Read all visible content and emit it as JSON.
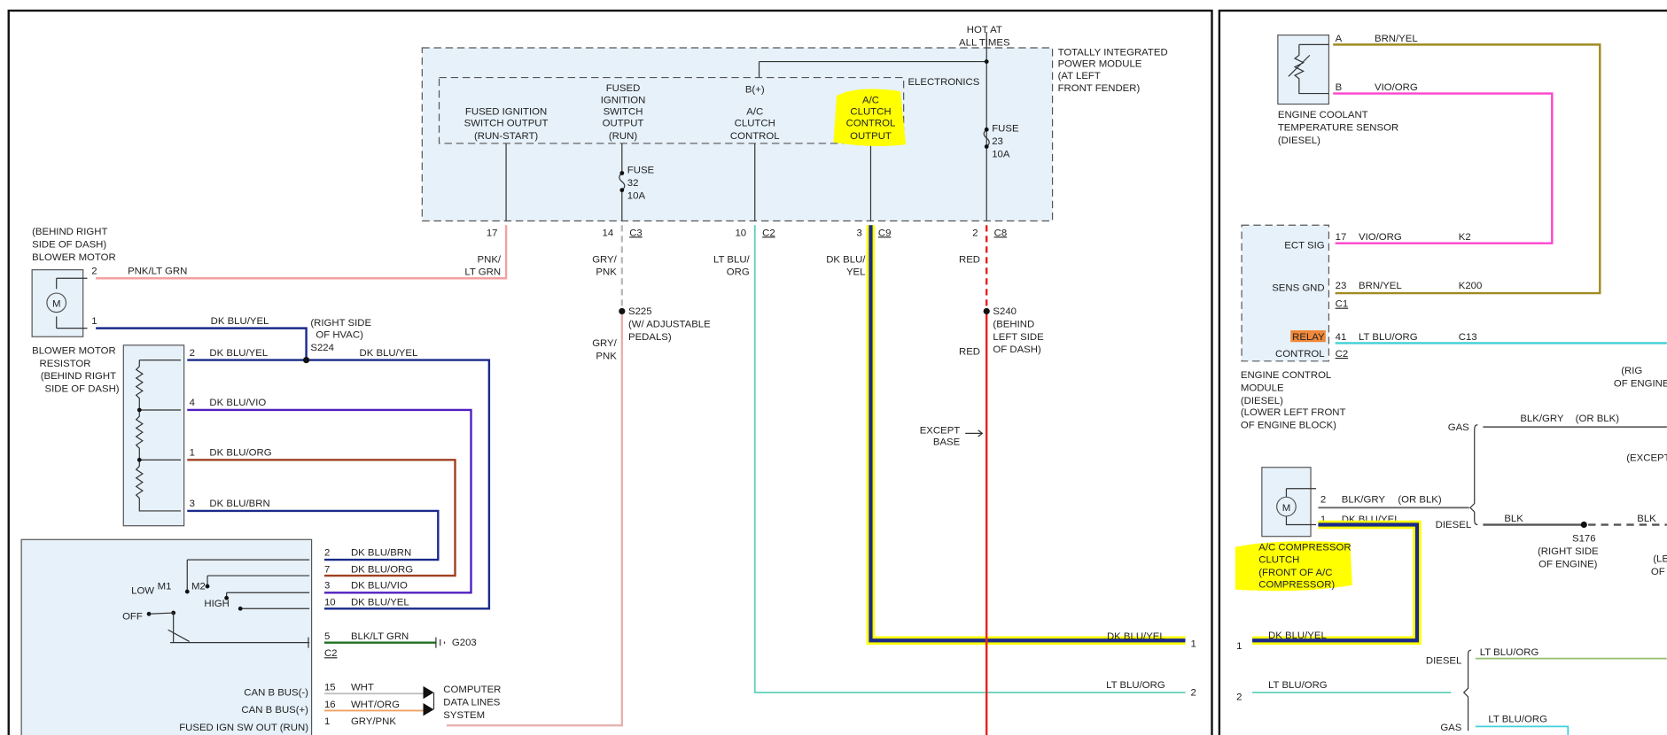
{
  "colors": {
    "highlight": "#ffff00",
    "relay_highlight": "#f0883a",
    "module_fill": "#e6f1fa",
    "dk_blu": "#1a2a8a",
    "red": "#e8201c",
    "pink": "#ff44cc",
    "lt_blu": "#40d0d8",
    "brn_yel": "#a08a20"
  },
  "tipm": {
    "hot": [
      "HOT AT",
      "ALL TIMES"
    ],
    "name": [
      "TOTALLY INTEGRATED",
      "POWER MODULE",
      "(AT LEFT",
      "FRONT FENDER)"
    ],
    "electronics": "ELECTRONICS",
    "bplus": "B(+)",
    "out1": [
      "FUSED IGNITION",
      "SWITCH OUTPUT",
      "(RUN-START)"
    ],
    "out2": [
      "FUSED",
      "IGNITION",
      "SWITCH",
      "OUTPUT",
      "(RUN)"
    ],
    "out3": [
      "A/C",
      "CLUTCH",
      "CONTROL"
    ],
    "out4": [
      "A/C",
      "CLUTCH",
      "CONTROL",
      "OUTPUT"
    ],
    "fuse32": [
      "FUSE",
      "32",
      "10A"
    ],
    "fuse23": [
      "FUSE",
      "23",
      "10A"
    ],
    "pins": [
      {
        "num": "17",
        "conn": ""
      },
      {
        "num": "14",
        "conn": "C3"
      },
      {
        "num": "10",
        "conn": "C2"
      },
      {
        "num": "3",
        "conn": "C9"
      },
      {
        "num": "2",
        "conn": "C8"
      }
    ]
  },
  "wires_left": {
    "pnk_ltgrn": [
      "PNK/",
      "LT GRN"
    ],
    "pnk_ltgrn_full": "PNK/LT GRN",
    "gry_pnk": [
      "GRY/",
      "PNK"
    ],
    "s225": [
      "S225",
      "(W/ ADJUSTABLE",
      "PEDALS)"
    ],
    "lt_blu_org": [
      "LT BLU/",
      "ORG"
    ],
    "lt_blu_org_full": "LT BLU/ORG",
    "dk_blu_yel": [
      "DK BLU/",
      "YEL"
    ],
    "dk_blu_yel_full": "DK BLU/YEL",
    "red": "RED",
    "s240": [
      "S240",
      "(BEHIND",
      "LEFT SIDE",
      "OF DASH)"
    ],
    "except_base": [
      "EXCEPT",
      "BASE"
    ],
    "out_pin1": "1",
    "out_pin2": "2"
  },
  "blower_motor": {
    "label": [
      "(BEHIND RIGHT",
      "SIDE OF DASH)",
      "BLOWER MOTOR"
    ],
    "symbol": "M",
    "pin2": "2",
    "pin1": "1",
    "wire1": "DK BLU/YEL",
    "s224": [
      "(RIGHT SIDE",
      "OF HVAC)",
      "S224"
    ]
  },
  "resistor": {
    "label": [
      "BLOWER MOTOR",
      "RESISTOR",
      "(BEHIND RIGHT",
      "SIDE OF DASH)"
    ],
    "pins": [
      {
        "num": "2",
        "wire": "DK BLU/YEL"
      },
      {
        "num": "4",
        "wire": "DK BLU/VIO"
      },
      {
        "num": "1",
        "wire": "DK BLU/ORG"
      },
      {
        "num": "3",
        "wire": "DK BLU/BRN"
      }
    ]
  },
  "switch": {
    "positions": [
      "LOW",
      "M1",
      "M2",
      "HIGH",
      "OFF"
    ],
    "pins": [
      {
        "num": "2",
        "wire": "DK BLU/BRN"
      },
      {
        "num": "7",
        "wire": "DK BLU/ORG"
      },
      {
        "num": "3",
        "wire": "DK BLU/VIO"
      },
      {
        "num": "10",
        "wire": "DK BLU/YEL"
      },
      {
        "num": "5",
        "wire": "BLK/LT GRN"
      }
    ],
    "conn": "C2",
    "ground": "G203",
    "can": [
      {
        "label": "CAN B BUS(-)",
        "num": "15",
        "wire": "WHT"
      },
      {
        "label": "CAN B BUS(+)",
        "num": "16",
        "wire": "WHT/ORG"
      },
      {
        "label": "FUSED IGN SW OUT (RUN)",
        "num": "1",
        "wire": "GRY/PNK"
      }
    ],
    "data_lines": [
      "COMPUTER",
      "DATA LINES",
      "SYSTEM"
    ]
  },
  "ect_sensor": {
    "label": [
      "ENGINE COOLANT",
      "TEMPERATURE SENSOR",
      "(DIESEL)"
    ],
    "pinA": "A",
    "wireA": "BRN/YEL",
    "pinB": "B",
    "wireB": "VIO/ORG"
  },
  "ecm": {
    "labels": [
      "ECT SIG",
      "SENS GND",
      "RELAY",
      "CONTROL"
    ],
    "pins": [
      {
        "num": "17",
        "wire": "VIO/ORG",
        "cav": "K2"
      },
      {
        "num": "23",
        "wire": "BRN/YEL",
        "cav": "K200"
      },
      {
        "num": "41",
        "wire": "LT BLU/ORG",
        "cav": "C13"
      }
    ],
    "conn1": "C1",
    "conn2": "C2",
    "name": [
      "ENGINE CONTROL",
      "MODULE",
      "(DIESEL)",
      "(LOWER LEFT FRONT",
      "OF ENGINE BLOCK)"
    ]
  },
  "right_edge": {
    "rig": [
      "(RIG",
      "OF ENGINE"
    ],
    "except": "(EXCEPT",
    "le": [
      "(LE",
      "OF"
    ]
  },
  "clutch": {
    "symbol": "M",
    "pin2": "2",
    "wire2": "BLK/GRY",
    "wire2_alt": "(OR BLK)",
    "pin1": "1",
    "wire1": "DK BLU/YEL",
    "label": [
      "A/C COMPRESSOR",
      "CLUTCH",
      "(FRONT OF A/C",
      "COMPRESSOR)"
    ]
  },
  "ground_branch": {
    "gas": "GAS",
    "diesel": "DIESEL",
    "gas_wire": "BLK/GRY",
    "gas_alt": "(OR BLK)",
    "diesel_wire": "BLK",
    "diesel_wire2": "BLK",
    "s176": [
      "S176",
      "(RIGHT SIDE",
      "OF ENGINE)"
    ]
  },
  "bottom_right": {
    "pin1": "1",
    "wire1": "DK BLU/YEL",
    "pin2": "2",
    "wire2": "LT BLU/ORG",
    "diesel": "DIESEL",
    "diesel_wire": "LT BLU/ORG",
    "gas": "GAS",
    "gas_wire": "LT BLU/ORG"
  }
}
